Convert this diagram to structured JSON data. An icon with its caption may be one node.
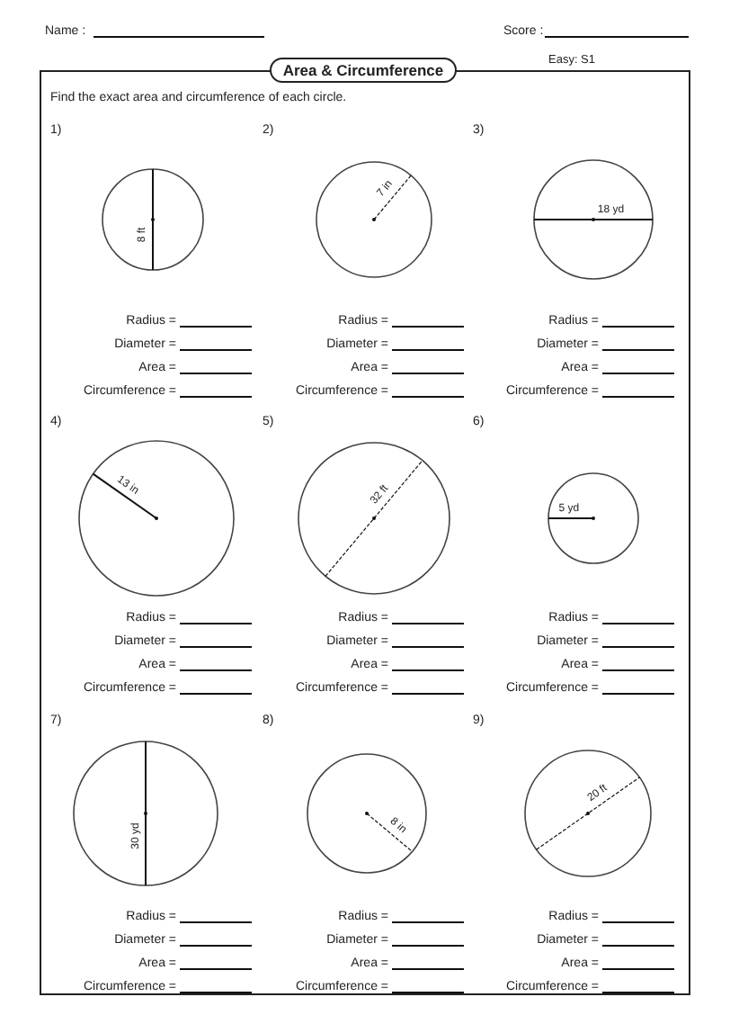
{
  "diagram": {
    "title": "Area & Circumference",
    "labels": [
      "Name :",
      "Score :",
      "Easy: S1",
      "Find the exact area and circumference of each circle.",
      "1)",
      "8 ft",
      "Radius =",
      "Diameter =",
      "Area =",
      "Circumference =",
      "2)",
      "7 in",
      "Radius =",
      "Diameter =",
      "Area =",
      "Circumference =",
      "3)",
      "18 yd",
      "Radius =",
      "Diameter =",
      "Area =",
      "Circumference =",
      "4)",
      "13 in",
      "Radius =",
      "Diameter =",
      "Area =",
      "Circumference =",
      "5)",
      "32 ft",
      "Radius =",
      "Diameter =",
      "Area =",
      "Circumference =",
      "6)",
      "5 yd",
      "Radius =",
      "Diameter =",
      "Area =",
      "Circumference =",
      "7)",
      "30 yd",
      "Radius =",
      "Diameter =",
      "Area =",
      "Circumference =",
      "8)",
      "8 in",
      "Radius =",
      "Diameter =",
      "Area =",
      "Circumference =",
      "9)",
      "20 ft",
      "Radius =",
      "Diameter =",
      "Area =",
      "Circumference ="
    ]
  }
}
